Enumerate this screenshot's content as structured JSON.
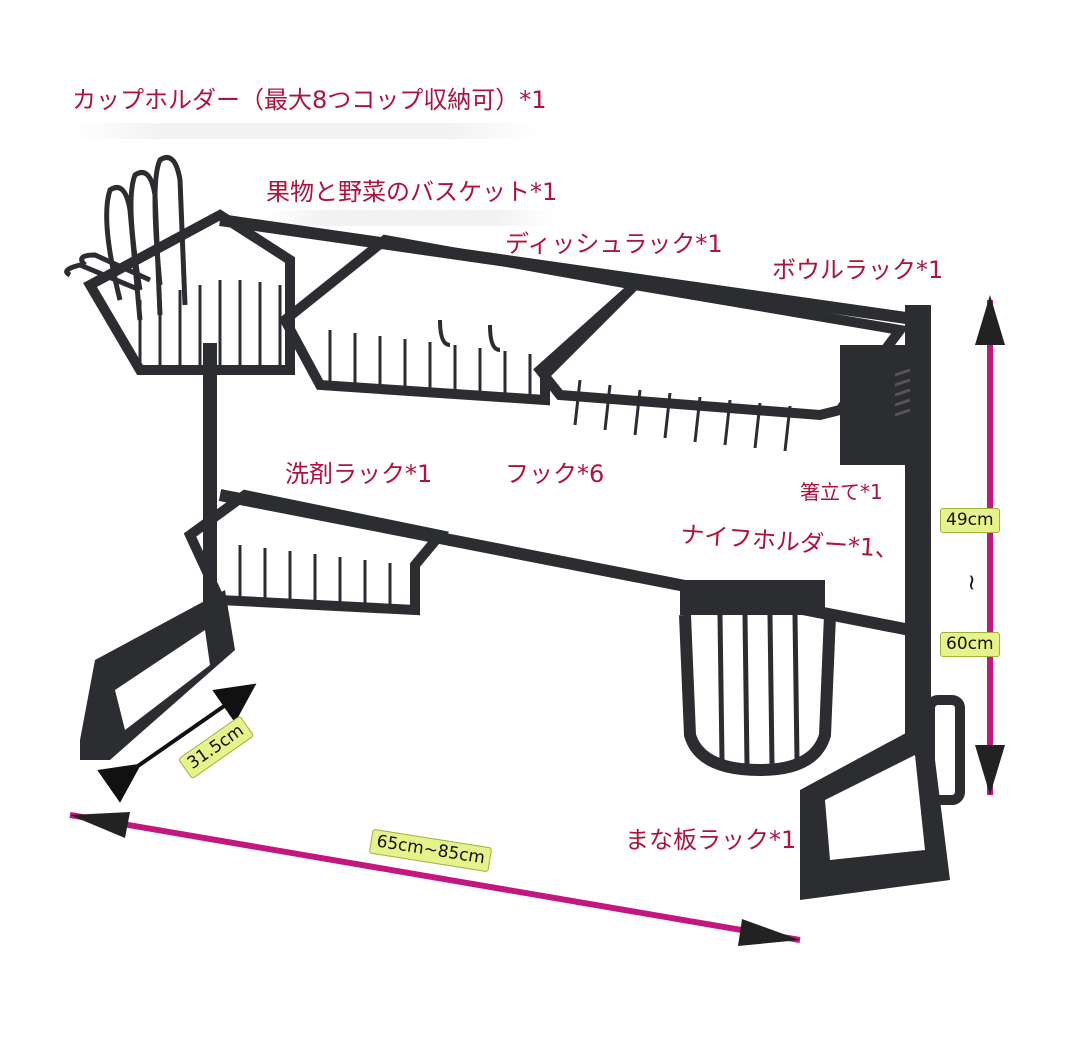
{
  "labels": {
    "cup_holder": "カップホルダー（最大8つコップ収納可）*1",
    "fruit_basket": "果物と野菜のバスケット*1",
    "dish_rack": "ディッシュラック*1",
    "bowl_rack": "ボウルラック*1",
    "detergent_rack": "洗剤ラック*1",
    "hooks": "フック*6",
    "chopstick_holder": "箸立て*1",
    "knife_holder": "ナイフホルダー*1、",
    "cutting_board_rack": "まな板ラック*1"
  },
  "dimensions": {
    "height_top": "49cm",
    "height_range_sep": "~",
    "height_bottom": "60cm",
    "depth": "31.5cm",
    "width": "65cm~85cm"
  },
  "colors": {
    "label_text": "#b0123e",
    "arrow": "#c2177e",
    "rack_metal": "#2b2d31",
    "dim_badge": "#e6f28a"
  }
}
